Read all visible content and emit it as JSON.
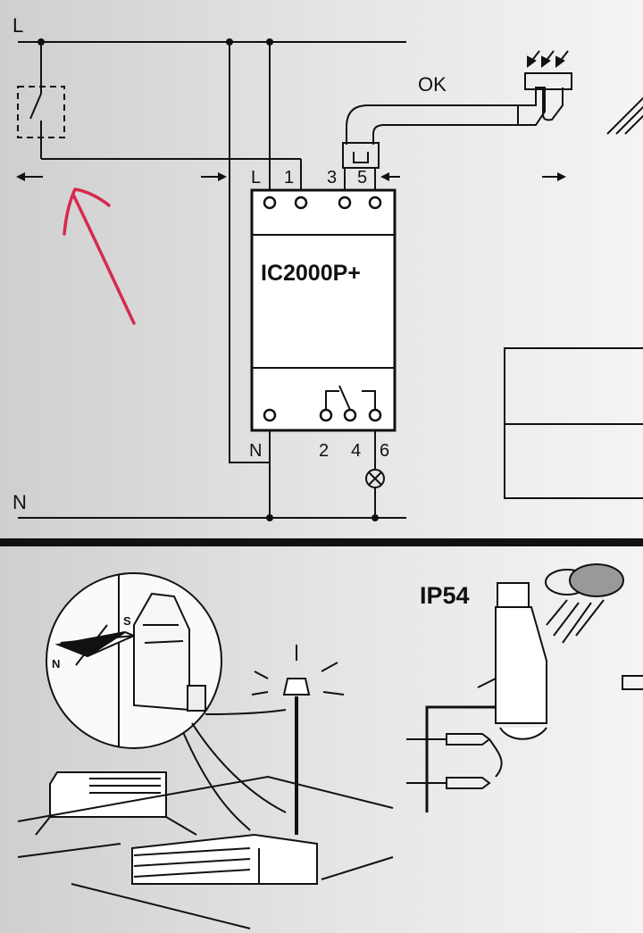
{
  "wiring": {
    "line_label": "L",
    "neutral_label": "N",
    "sensor_status": "OK"
  },
  "device": {
    "model": "IC2000P+",
    "top_terminals": [
      "L",
      "1",
      "3",
      "5"
    ],
    "bottom_terminals": [
      "N",
      "2",
      "4",
      "6"
    ]
  },
  "installation": {
    "ip_rating": "IP54",
    "compass_south": "S",
    "compass_north": "N"
  },
  "colors": {
    "annotation": "#d6294f",
    "divider": "#111111"
  }
}
